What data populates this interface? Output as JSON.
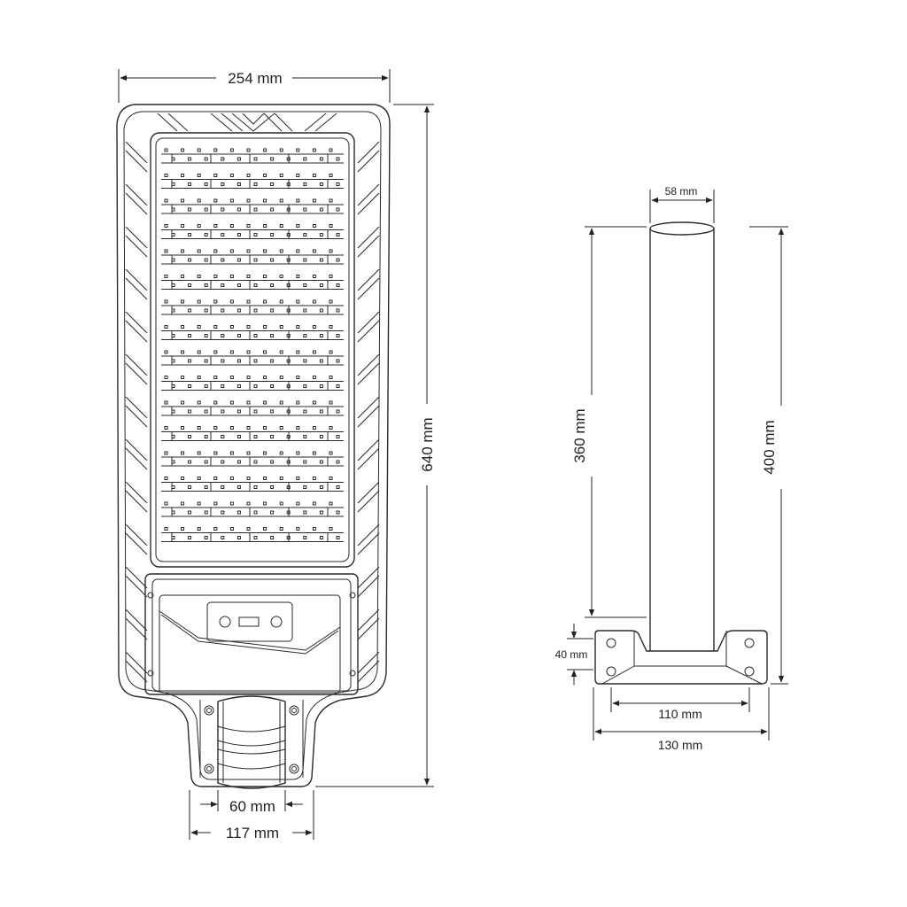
{
  "lamp": {
    "width_label": "254 mm",
    "height_label": "640 mm",
    "mount_inner_label": "60 mm",
    "mount_outer_label": "117 mm"
  },
  "pole": {
    "diameter_label": "58 mm",
    "tube_height_label": "360 mm",
    "total_height_label": "400 mm",
    "base_height_label": "40 mm",
    "hole_spacing_label": "110 mm",
    "base_width_label": "130 mm"
  },
  "colors": {
    "line": "#2a2a2a",
    "background": "#ffffff"
  }
}
